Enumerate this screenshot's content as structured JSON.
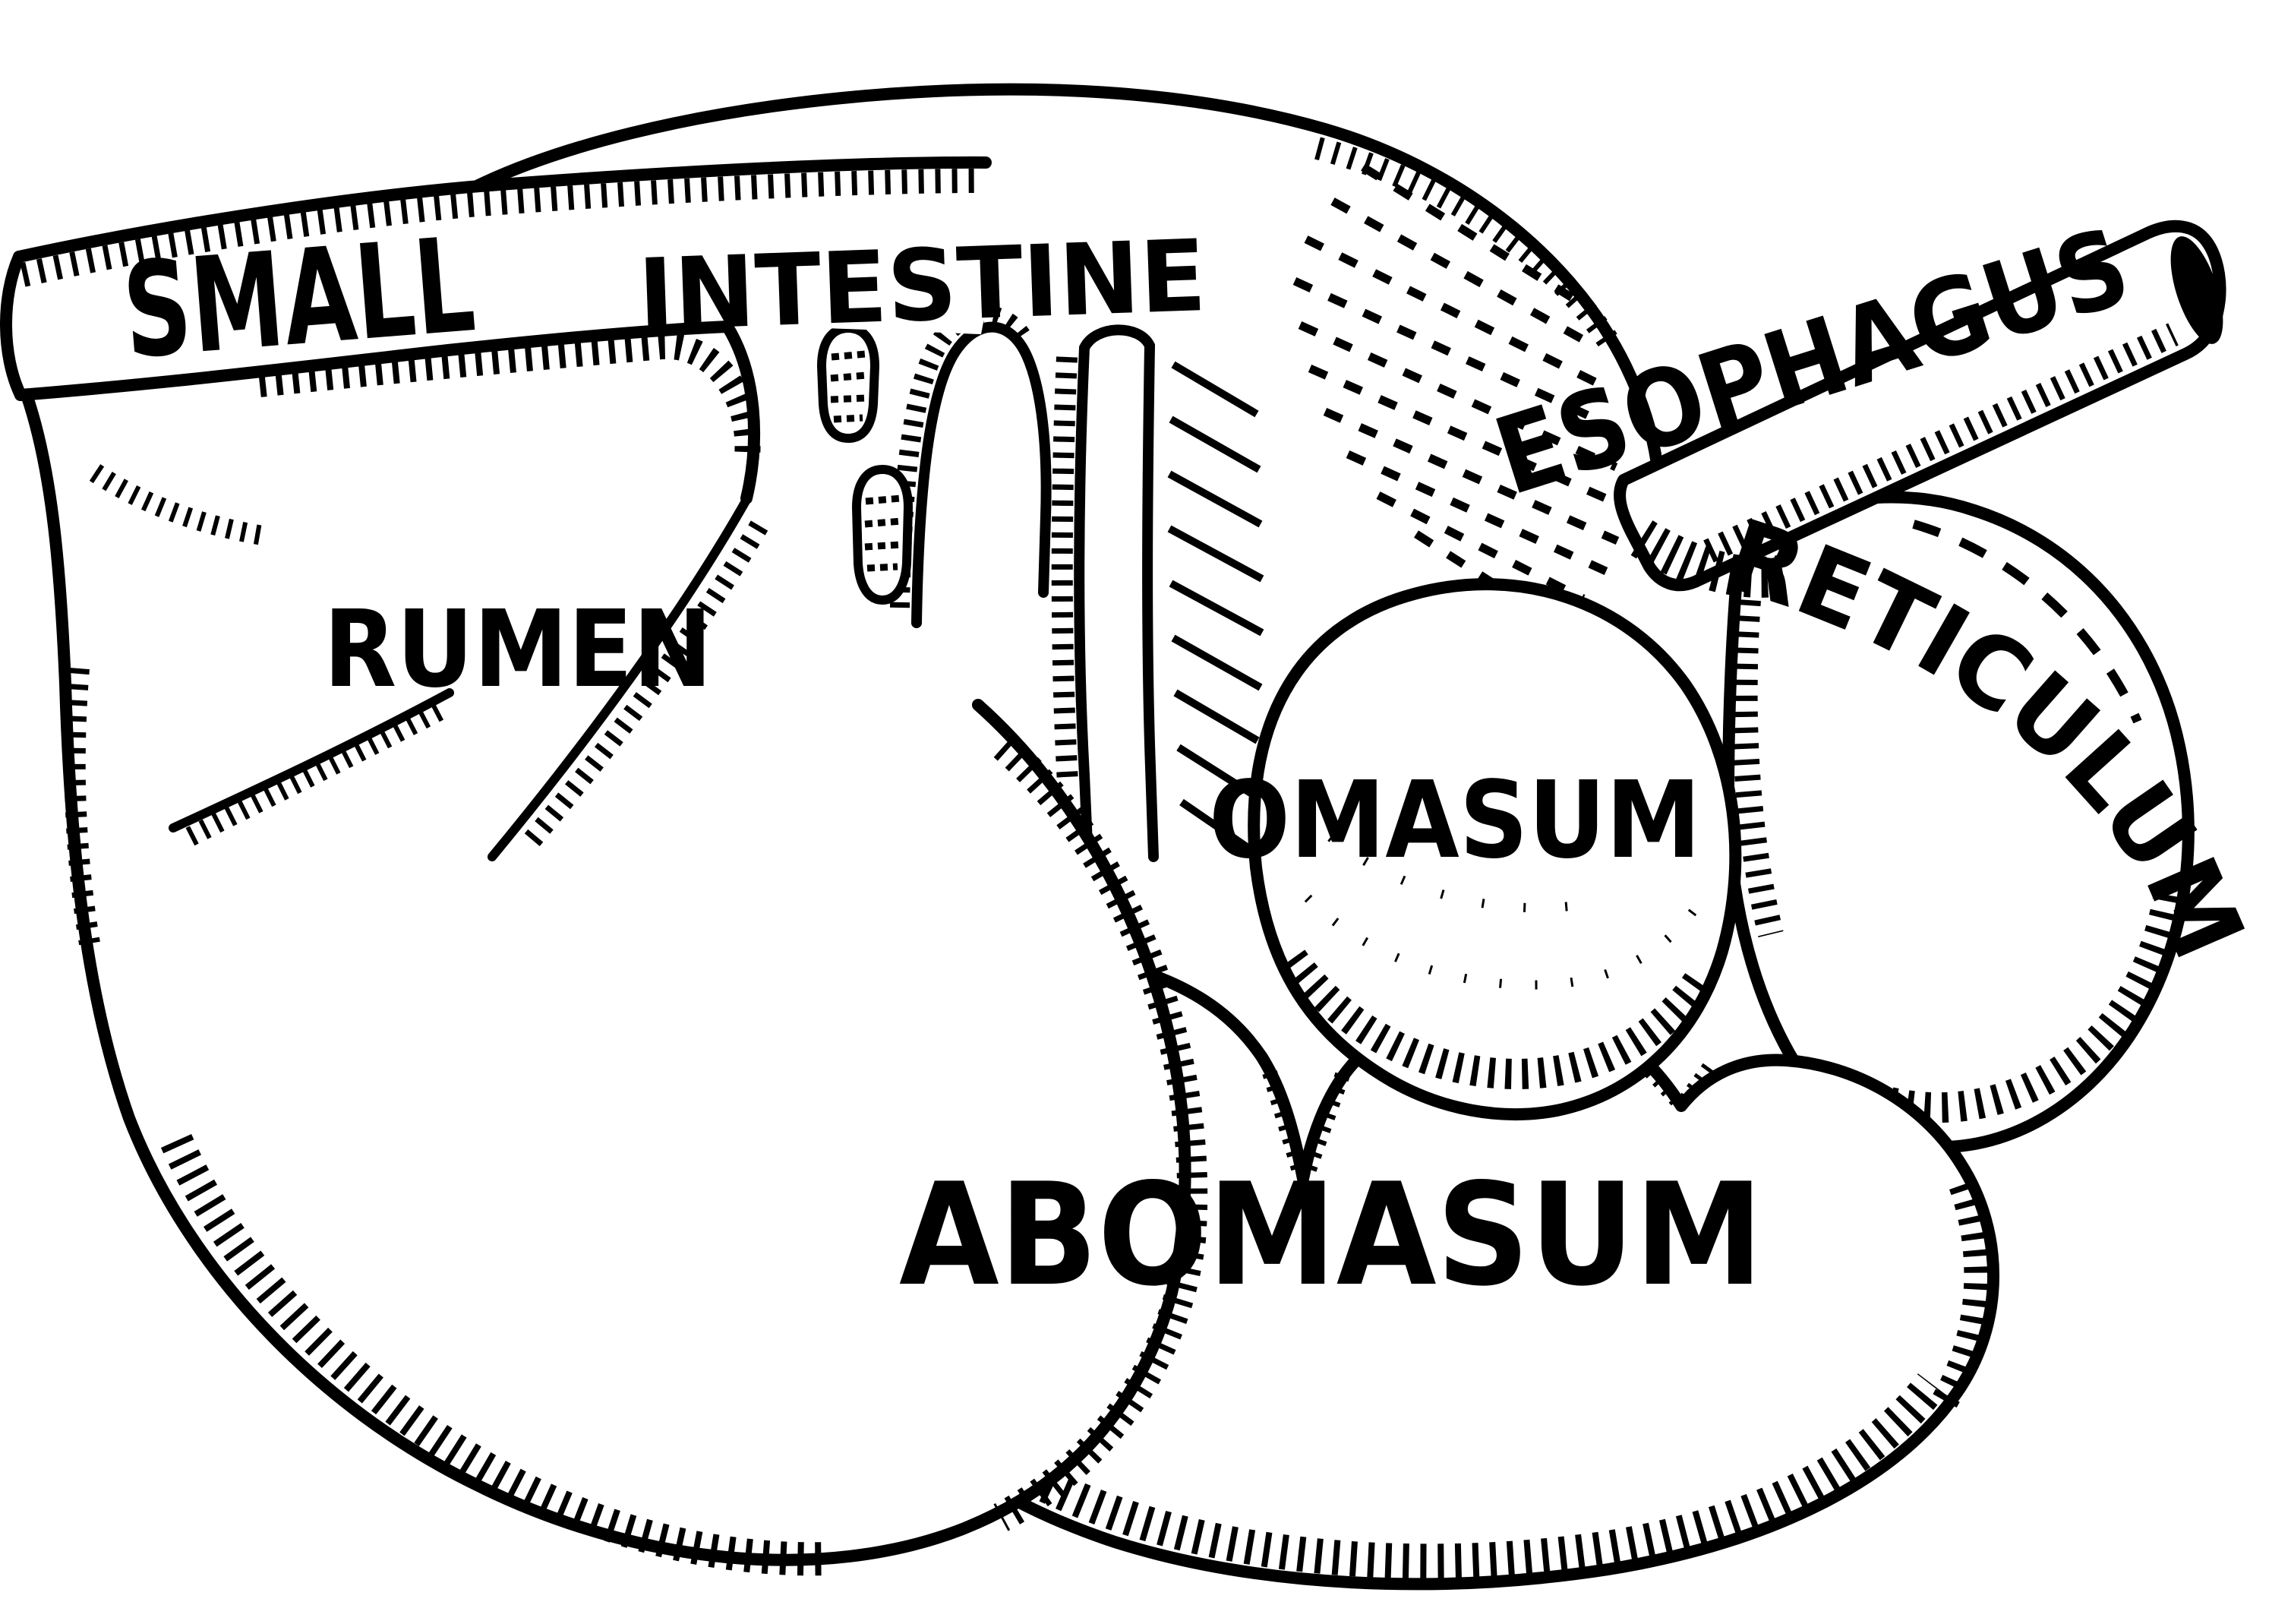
{
  "diagram": {
    "colors": {
      "ink": "#000000",
      "background": "#ffffff"
    },
    "labels": {
      "small_intestine_word1": "SMALL",
      "small_intestine_word2": "INTESTINE",
      "esophagus": "ESOPHAGUS",
      "reticulum": "RETICULUM",
      "rumen": "RUMEN",
      "omasum": "OMASUM",
      "abomasum": "ABOMASUM"
    }
  }
}
